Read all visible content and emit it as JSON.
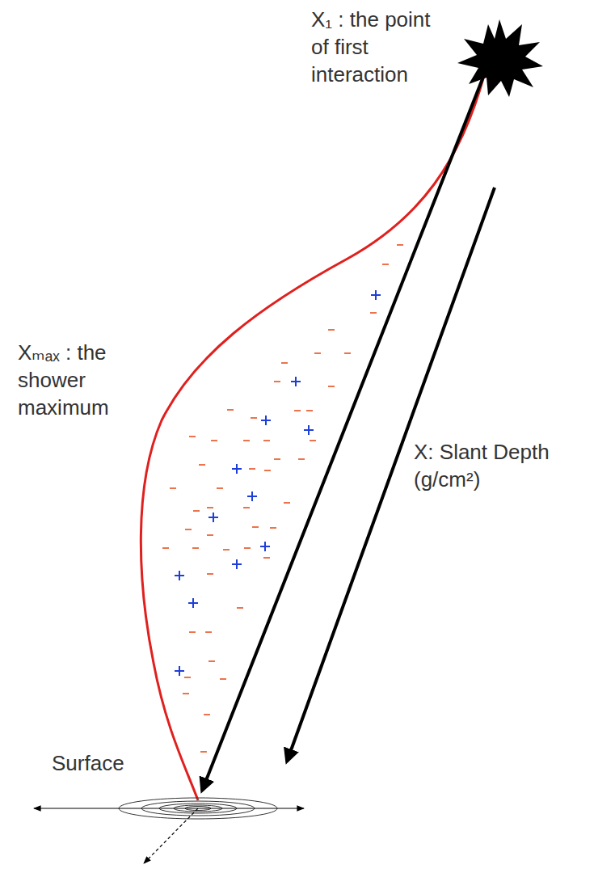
{
  "diagram": {
    "labels": [
      "X₁ : the point of first interaction",
      "Xₘₐₓ : the shower maximum",
      "X: Slant Depth (g/cm²)",
      "Surface"
    ]
  }
}
